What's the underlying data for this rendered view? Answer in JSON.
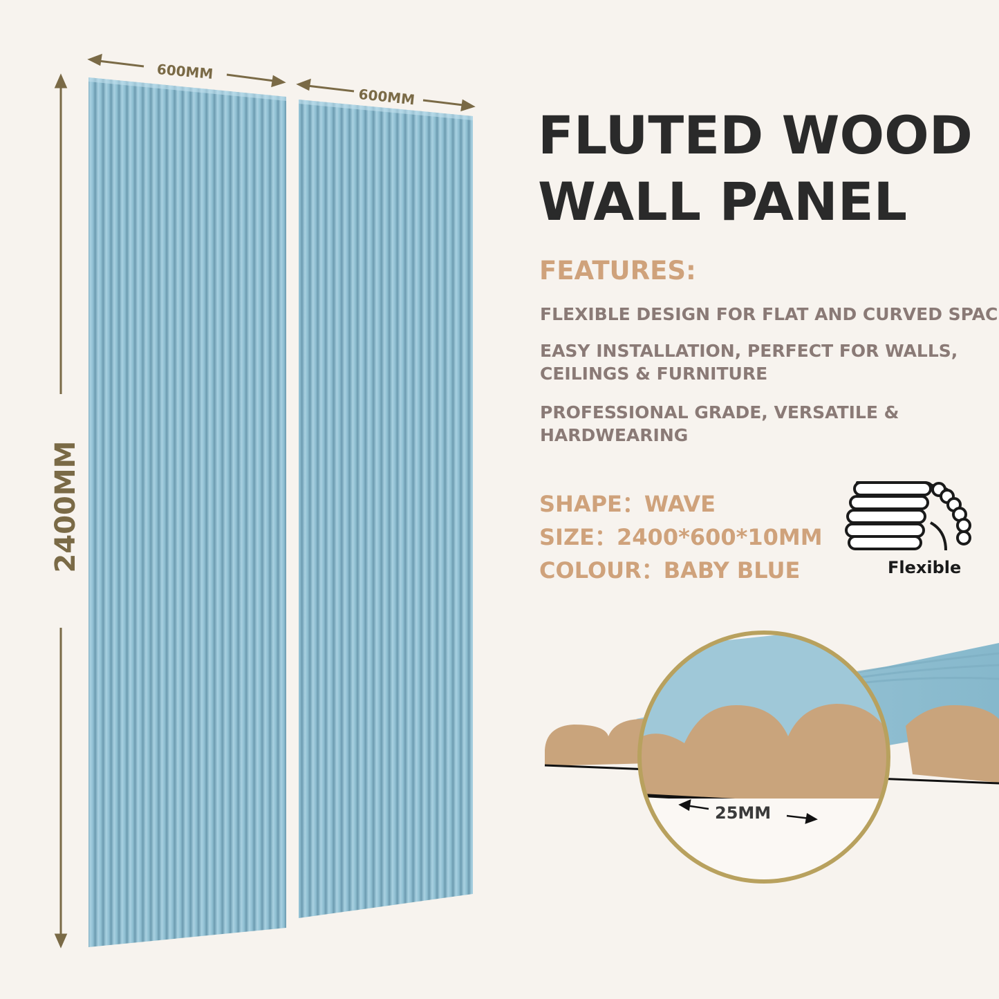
{
  "heading": {
    "line1": "FLUTED WOOD",
    "line2": "WALL PANEL"
  },
  "features": {
    "label": "FEATURES:",
    "items": [
      {
        "lines": [
          "FLEXIBLE DESIGN FOR FLAT AND CURVED SPACES"
        ]
      },
      {
        "lines": [
          "EASY INSTALLATION, PERFECT FOR WALLS,",
          "CEILINGS & FURNITURE"
        ]
      },
      {
        "lines": [
          "PROFESSIONAL GRADE, VERSATILE &",
          "HARDWEARING"
        ]
      }
    ]
  },
  "specs": {
    "shape": "SHAPE：WAVE",
    "size": "SIZE：2400*600*10MM",
    "colour": "COLOUR：BABY BLUE"
  },
  "flex_icon": {
    "icon": "flexible-panel-icon",
    "label": "Flexible"
  },
  "dimensions": {
    "panel1_width": "600MM",
    "panel2_width": "600MM",
    "height": "2400MM",
    "flute_width": "25MM"
  },
  "colors": {
    "panel_blue": "#8fbfd2",
    "core_mdf": "#c9a47c",
    "accent_tan": "#cfa27b",
    "dimension_brown": "#7a6a46",
    "ring_gold": "#b8a15e"
  }
}
